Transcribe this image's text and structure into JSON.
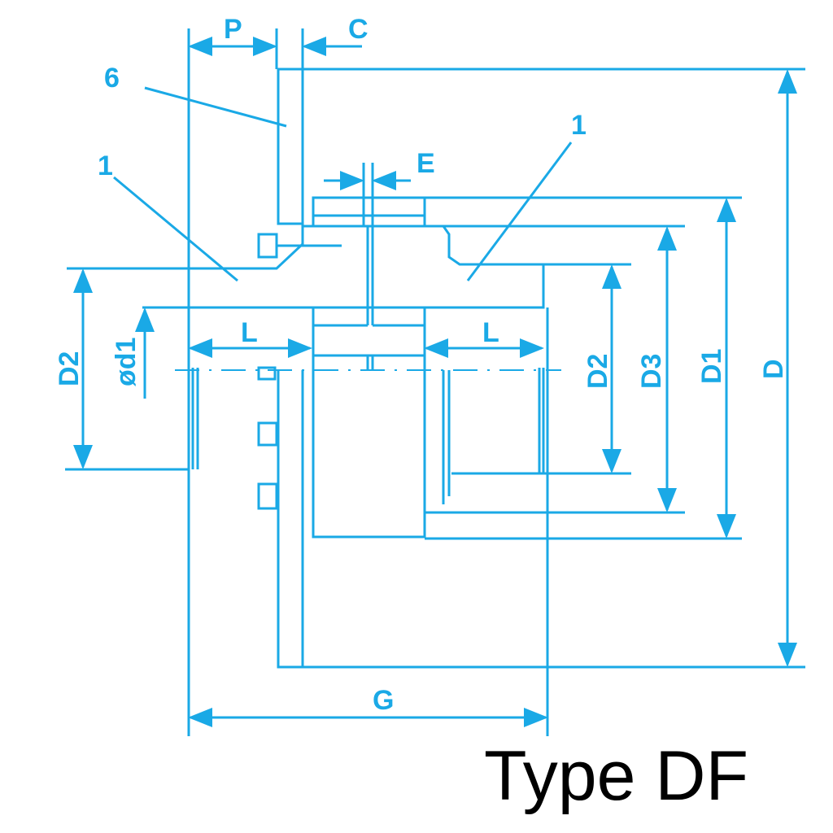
{
  "labels": {
    "P": "P",
    "C": "C",
    "part_6": "6",
    "part_1_left": "1",
    "part_1_right": "1",
    "E": "E",
    "D2_left": "D2",
    "d1": "ød1",
    "L_left": "L",
    "L_right": "L",
    "D2_right": "D2",
    "D3": "D3",
    "D1": "D1",
    "D": "D",
    "G": "G"
  },
  "title": "Type DF",
  "colors": {
    "line": "#1aa9e6",
    "title": "#000000"
  }
}
